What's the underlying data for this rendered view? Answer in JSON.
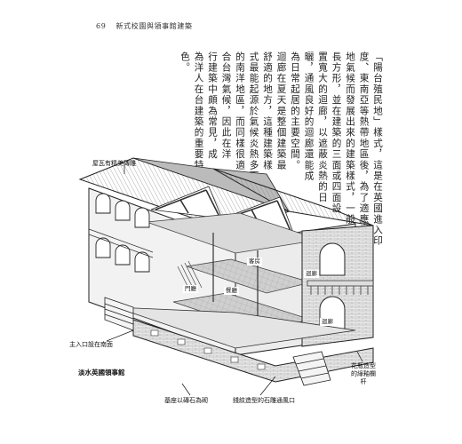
{
  "header": {
    "page_number": "69",
    "book_title": "新式校園與領事館建築"
  },
  "body_text": [
    "「陽台殖民地」樣式，這是在英國進入印",
    "度、東南亞等熱帶地區後，為了適應當",
    "地氣候而發展出來的建築樣式，一般為",
    "長方形，並在建築的三面或四面設",
    "置寬大的迴廊，以遮蔽炎熱的日",
    "曬，通風良好的迴廊還能成",
    "為日常起居的主要空間。",
    "迴廊在夏天是整個建築最",
    "舒適的地方，這種建築樣",
    "式最能起源於氣候炎熱多雨",
    "的南洋地區，而同樣很適",
    "合台灣氣候，因此在洋",
    "行建築中頗為常見，成",
    "為洋人在台建築的重要特",
    "色。"
  ],
  "labels": {
    "roof": "屋瓦有精美磚雕",
    "entrance": "主入口設在南面",
    "base": "基座以磚石為砌",
    "vent": "錢紋造型的石雕通風口",
    "railing": "花瓶造型的綠釉欄杆",
    "room": "客房",
    "veranda_upper": "迴廊",
    "veranda_lower": "迴廊",
    "door": "門廳",
    "dining": "餐廳"
  },
  "caption": "淡水英國領事館"
}
